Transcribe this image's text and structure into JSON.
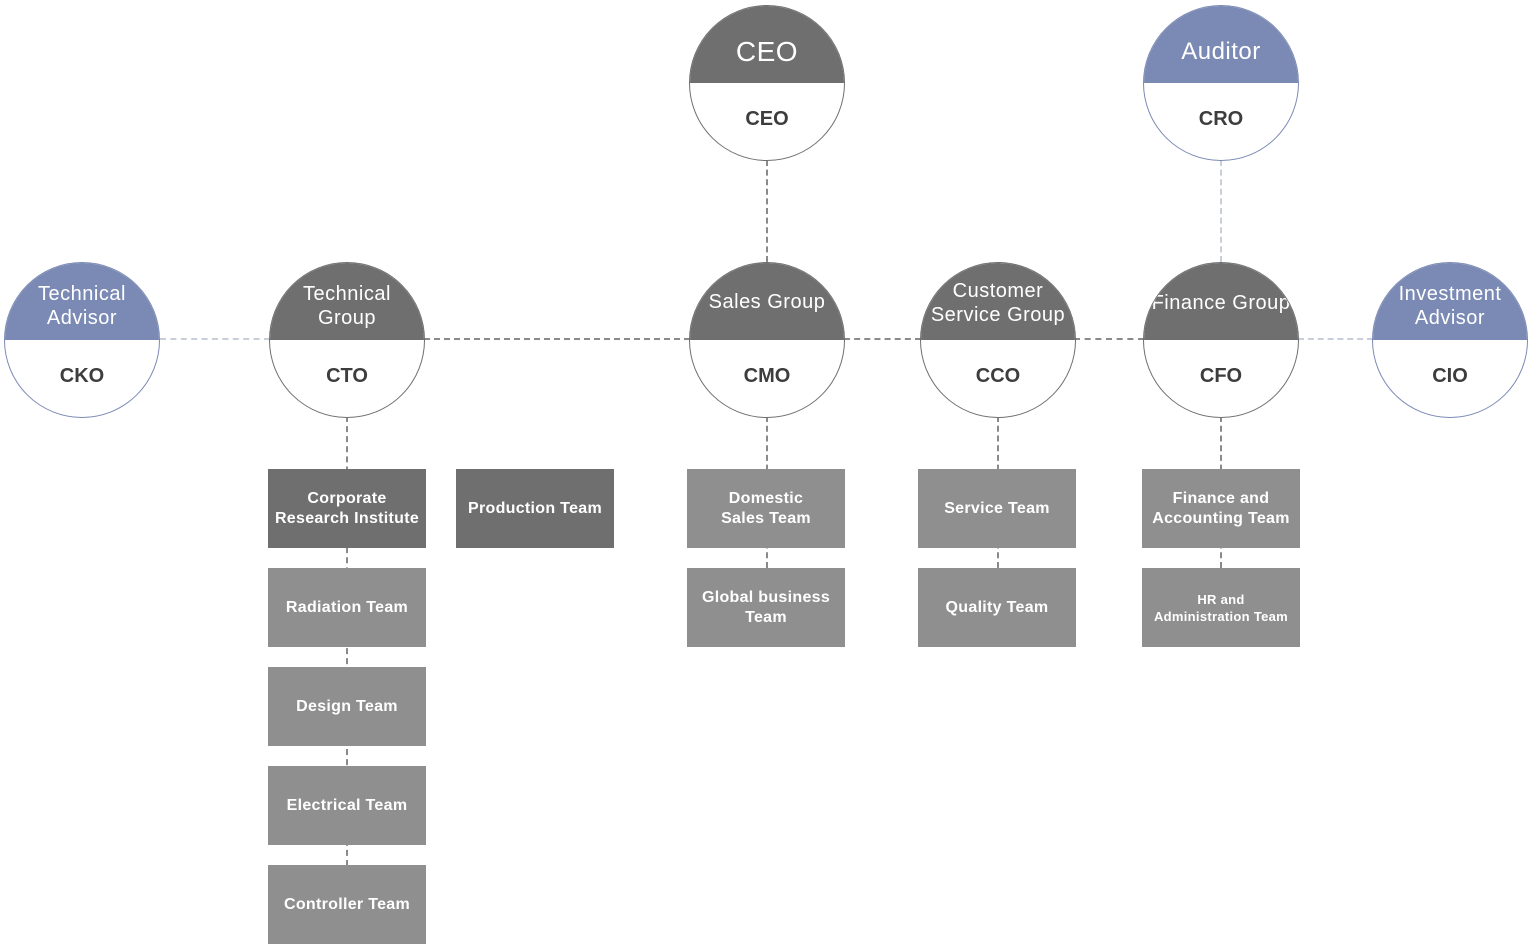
{
  "executives": {
    "ceo": {
      "title": "CEO",
      "role": "CEO"
    },
    "auditor": {
      "title": "Auditor",
      "role": "CRO"
    }
  },
  "groups": {
    "technical_advisor": {
      "title": "Technical Advisor",
      "role": "CKO"
    },
    "technical_group": {
      "title": "Technical Group",
      "role": "CTO"
    },
    "sales_group": {
      "title": "Sales Group",
      "role": "CMO"
    },
    "customer_service_group": {
      "title": "Customer Service Group",
      "role": "CCO"
    },
    "finance_group": {
      "title": "Finance Group",
      "role": "CFO"
    },
    "investment_advisor": {
      "title": "Investment Advisor",
      "role": "CIO"
    }
  },
  "teams": {
    "technical": [
      "Corporate Research Institute",
      "Radiation Team",
      "Design Team",
      "Electrical Team",
      "Controller Team"
    ],
    "production": [
      "Production Team"
    ],
    "sales": [
      "Domestic Sales Team",
      "Global business Team"
    ],
    "customer_service": [
      "Service Team",
      "Quality Team"
    ],
    "finance": [
      "Finance and Accounting Team",
      "HR and Administration Team"
    ]
  },
  "colors": {
    "dark_node": "#6f6f6f",
    "advisor_node": "#7b8ab4",
    "team_box": "#8f8f8f",
    "team_box_dark": "#6f6f6f"
  }
}
